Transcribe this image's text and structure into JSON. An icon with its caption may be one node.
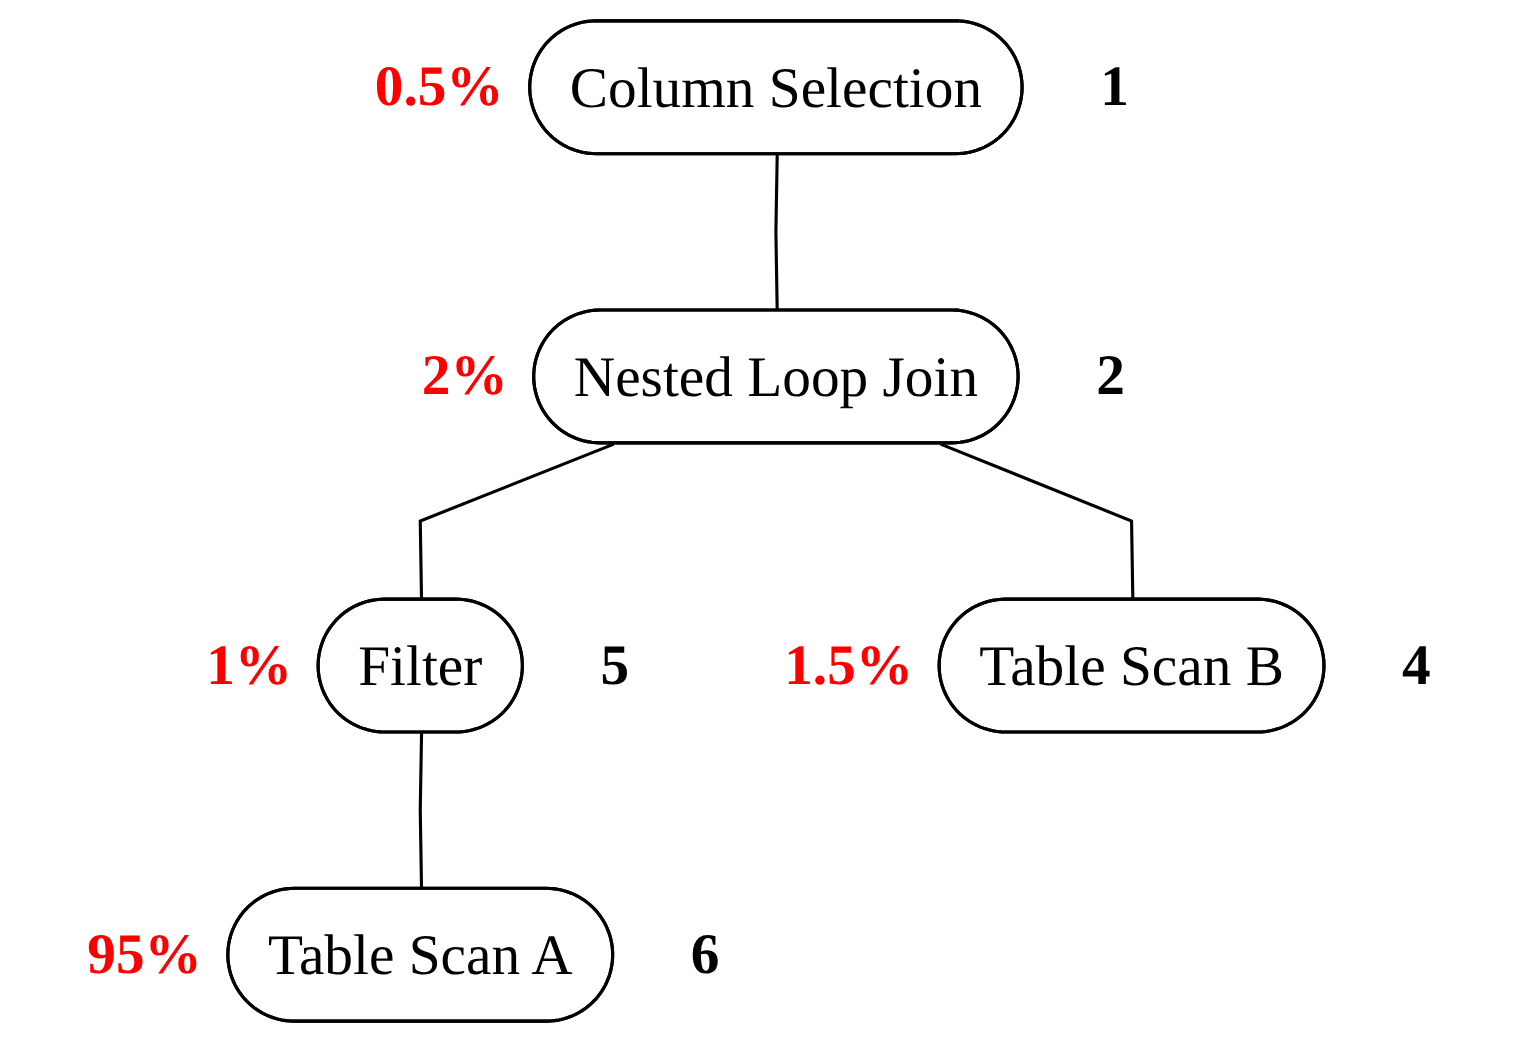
{
  "diagram": {
    "nodes": [
      {
        "text": [
          "Column Selection"
        ],
        "beside": [
          "0.5%",
          "1"
        ]
      },
      {
        "text": [
          "Nested Loop Join"
        ],
        "beside": [
          "2%",
          "2"
        ]
      },
      {
        "text": [
          "Filter"
        ],
        "beside": [
          "1%",
          "5"
        ]
      },
      {
        "text": [
          "Table Scan B"
        ],
        "beside": [
          "1.5%",
          "4"
        ]
      },
      {
        "text": [
          "Table Scan A"
        ],
        "beside": [
          "95%",
          "6"
        ]
      }
    ],
    "edges": [
      {
        "from": 0,
        "to": 1,
        "arrow": "none"
      },
      {
        "from": 1,
        "to": 2,
        "arrow": "none"
      },
      {
        "from": 1,
        "to": 3,
        "arrow": "none"
      },
      {
        "from": 2,
        "to": 4,
        "arrow": "none"
      }
    ]
  }
}
